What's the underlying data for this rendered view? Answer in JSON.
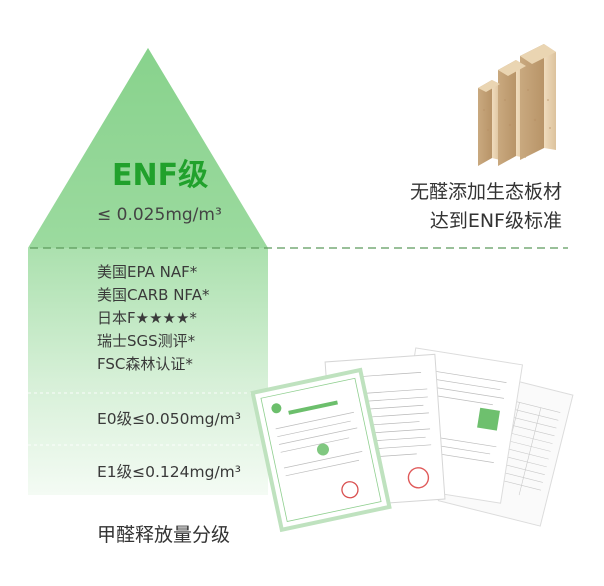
{
  "colors": {
    "accent_green": "#21a12c",
    "pyramid_light": "#f4fbf4",
    "pyramid_mid": "#c4e9c6",
    "pyramid_dark": "#7fcf84",
    "dashed_line": "#5c9b5c",
    "wood": "#e3ccaa"
  },
  "pyramid": {
    "top_label": "ENF级",
    "top_value": "≤ 0.025mg/m³",
    "standards": [
      "美国EPA NAF*",
      "美国CARB NFA*",
      "日本F★★★★*",
      "瑞士SGS测评*",
      "FSC森林认证*"
    ],
    "e0_label": "E0级≤0.050mg/m³",
    "e1_label": "E1级≤0.124mg/m³",
    "caption": "甲醛释放量分级"
  },
  "feature": {
    "line1": "无醛添加生态板材",
    "line2": "达到ENF级标准"
  },
  "icons": {
    "boards": "wood-boards-icon",
    "certificates": "certificate-documents-icon"
  }
}
